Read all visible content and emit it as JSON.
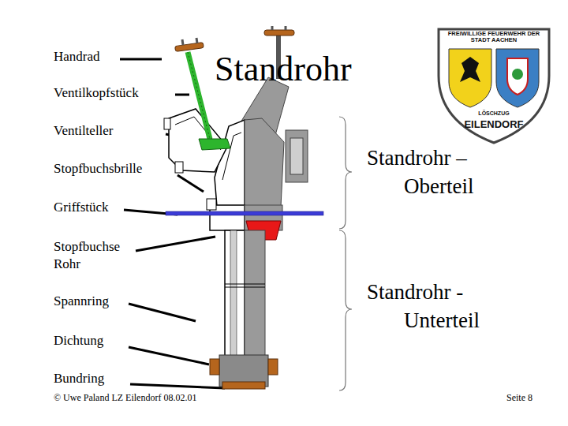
{
  "diagram": {
    "title": "Standrohr",
    "nodes": [
      {
        "text": [
          "FREIWILLIGE FEUERWEHR DER STADT AACHEN",
          "LÖSCHZUG",
          "EILENDORF"
        ]
      }
    ],
    "labels": [
      "Handrad",
      "Ventilkopfstück",
      "Ventilteller",
      "Stopfbuchsbrille",
      "Griffstück",
      "Stopfbuchse",
      "Rohr",
      "Spannring",
      "Dichtung",
      "Bundring",
      "Standrohr – Oberteil",
      "Standrohr - Unterteil",
      "© Uwe Paland LZ Eilendorf 08.02.01",
      "Seite 8"
    ]
  }
}
